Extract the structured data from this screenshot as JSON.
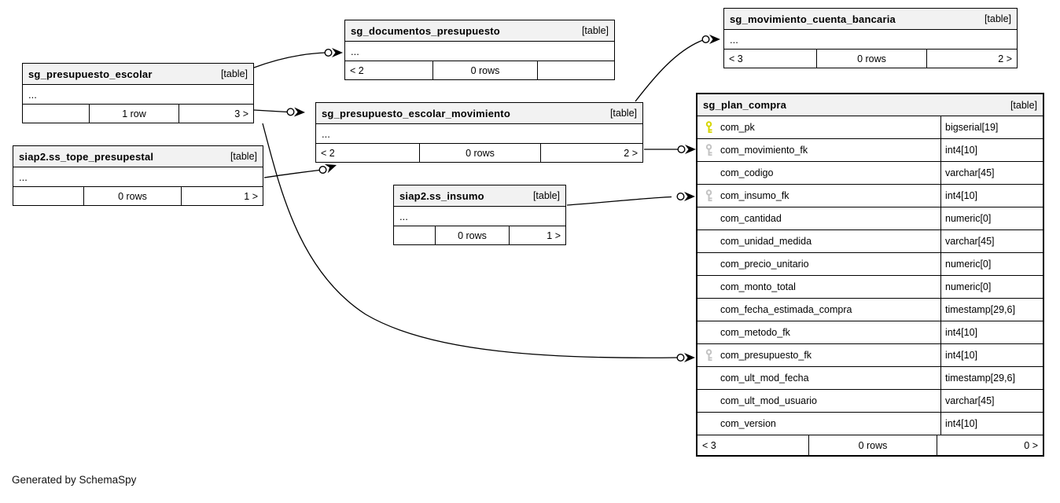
{
  "diagram": {
    "credit": "Generated by SchemaSpy"
  },
  "tables": {
    "escolar": {
      "name": "sg_presupuesto_escolar",
      "tag": "[table]",
      "ellipsis": "...",
      "footer_left": "",
      "footer_center": "1 row",
      "footer_right": "3 >"
    },
    "tope": {
      "name": "siap2.ss_tope_presupestal",
      "tag": "[table]",
      "ellipsis": "...",
      "footer_left": "",
      "footer_center": "0 rows",
      "footer_right": "1 >"
    },
    "documentos": {
      "name": "sg_documentos_presupuesto",
      "tag": "[table]",
      "ellipsis": "...",
      "footer_left": "< 2",
      "footer_center": "0 rows",
      "footer_right": ""
    },
    "cuenta": {
      "name": "sg_movimiento_cuenta_bancaria",
      "tag": "[table]",
      "ellipsis": "...",
      "footer_left": "< 3",
      "footer_center": "0 rows",
      "footer_right": "2 >"
    },
    "movimiento": {
      "name": "sg_presupuesto_escolar_movimiento",
      "tag": "[table]",
      "ellipsis": "...",
      "footer_left": "< 2",
      "footer_center": "0 rows",
      "footer_right": "2 >"
    },
    "insumo": {
      "name": "siap2.ss_insumo",
      "tag": "[table]",
      "ellipsis": "...",
      "footer_left": "",
      "footer_center": "0 rows",
      "footer_right": "1 >"
    },
    "plan_compra": {
      "name": "sg_plan_compra",
      "tag": "[table]",
      "footer_left": "< 3",
      "footer_center": "0 rows",
      "footer_right": "0 >",
      "columns": [
        {
          "name": "com_pk",
          "type": "bigserial[19]",
          "key": "pk"
        },
        {
          "name": "com_movimiento_fk",
          "type": "int4[10]",
          "key": "fk"
        },
        {
          "name": "com_codigo",
          "type": "varchar[45]",
          "key": "none"
        },
        {
          "name": "com_insumo_fk",
          "type": "int4[10]",
          "key": "fk"
        },
        {
          "name": "com_cantidad",
          "type": "numeric[0]",
          "key": "none"
        },
        {
          "name": "com_unidad_medida",
          "type": "varchar[45]",
          "key": "none"
        },
        {
          "name": "com_precio_unitario",
          "type": "numeric[0]",
          "key": "none"
        },
        {
          "name": "com_monto_total",
          "type": "numeric[0]",
          "key": "none"
        },
        {
          "name": "com_fecha_estimada_compra",
          "type": "timestamp[29,6]",
          "key": "none"
        },
        {
          "name": "com_metodo_fk",
          "type": "int4[10]",
          "key": "none"
        },
        {
          "name": "com_presupuesto_fk",
          "type": "int4[10]",
          "key": "fk"
        },
        {
          "name": "com_ult_mod_fecha",
          "type": "timestamp[29,6]",
          "key": "none"
        },
        {
          "name": "com_ult_mod_usuario",
          "type": "varchar[45]",
          "key": "none"
        },
        {
          "name": "com_version",
          "type": "int4[10]",
          "key": "none"
        }
      ]
    }
  },
  "colors": {
    "pk_key": "#d6d600",
    "fk_key": "#c3c3c3",
    "header_bg": "#f2f2f2",
    "border": "#000000"
  }
}
